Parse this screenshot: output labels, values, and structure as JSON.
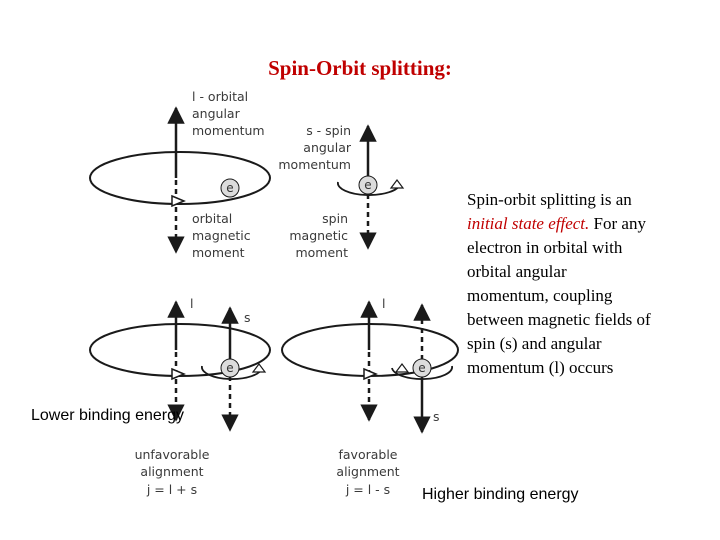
{
  "title": "Spin-Orbit splitting:",
  "colors": {
    "title": "#c00000",
    "highlight": "#c00000",
    "diagram": "#1a1a1a"
  },
  "explanation": {
    "before": "Spin-orbit splitting is an ",
    "highlight": "initial state effect.",
    "after": " For any electron in orbital with orbital angular momentum, coupling between magnetic fields of spin (s) and angular momentum (l) occurs"
  },
  "captions": {
    "lower": "Lower binding energy",
    "higher": "Higher binding energy"
  },
  "diagram": {
    "electron_label": "e",
    "top_left": {
      "label_top": [
        "l - orbital",
        "angular",
        "momentum"
      ],
      "label_bottom": [
        "orbital",
        "magnetic",
        "moment"
      ]
    },
    "top_right": {
      "label_top": [
        "s - spin",
        "angular",
        "momentum"
      ],
      "label_bottom": [
        "spin",
        "magnetic",
        "moment"
      ]
    },
    "bottom_left": {
      "l_label": "l",
      "s_label": "s",
      "alignment": [
        "unfavorable",
        "alignment",
        "j = l + s"
      ]
    },
    "bottom_right": {
      "l_label": "l",
      "s_label": "s",
      "alignment": [
        "favorable",
        "alignment",
        "j = l - s"
      ]
    }
  }
}
